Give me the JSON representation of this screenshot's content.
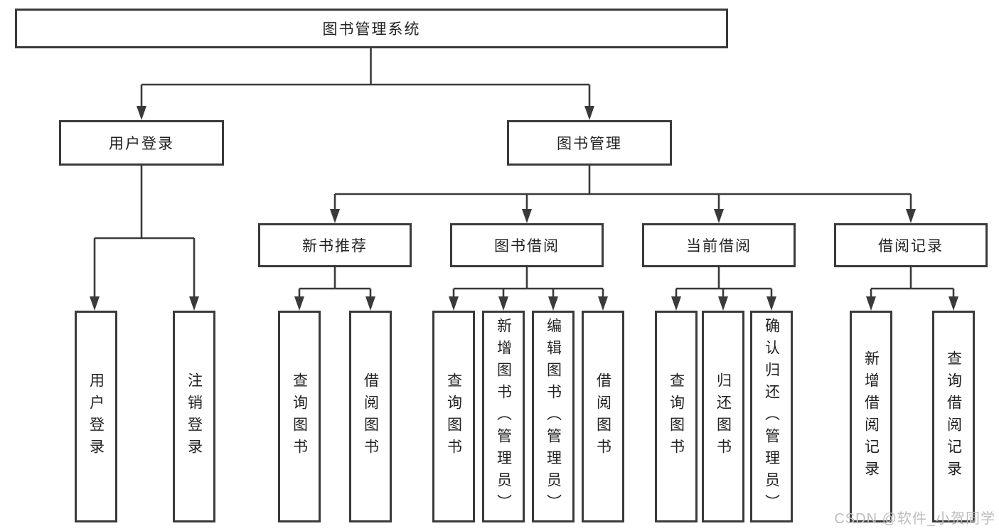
{
  "diagram": {
    "root": {
      "label": "图书管理系统"
    },
    "level2": [
      {
        "label": "用户登录"
      },
      {
        "label": "图书管理"
      }
    ],
    "level3": [
      {
        "label": "新书推荐"
      },
      {
        "label": "图书借阅"
      },
      {
        "label": "当前借阅"
      },
      {
        "label": "借阅记录"
      }
    ],
    "leafGroups": [
      {
        "parent": "用户登录",
        "items": [
          "用户登录",
          "注销登录"
        ]
      },
      {
        "parent": "新书推荐",
        "items": [
          "查询图书",
          "借阅图书"
        ]
      },
      {
        "parent": "图书借阅",
        "items": [
          "查询图书",
          "新增图书（管理员）",
          "编辑图书（管理员）",
          "借阅图书"
        ]
      },
      {
        "parent": "当前借阅",
        "items": [
          "查询图书",
          "归还图书",
          "确认归还（管理员）"
        ]
      },
      {
        "parent": "借阅记录",
        "items": [
          "新增借阅记录",
          "查询借阅记录"
        ]
      }
    ],
    "colors": {
      "line": "#3a3a3a",
      "text": "#222222",
      "background": "#ffffff",
      "watermark": "#bdbdbf"
    }
  },
  "watermark": {
    "text": "CSDN @软件_小贺同学"
  }
}
